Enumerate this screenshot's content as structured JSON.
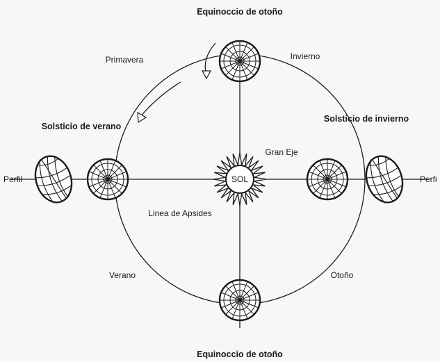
{
  "labels": {
    "top_equinox": "Equinoccio de otoño",
    "bottom_equinox": "Equinoccio de otoño",
    "summer_solstice": "Solsticio de verano",
    "winter_solstice": "Solsticio de invierno",
    "spring": "Primavera",
    "winter": "Invierno",
    "summer": "Verano",
    "autumn": "Otoño",
    "major_axis": "Gran Eje",
    "apsides_line": "Linea de Apsides",
    "sun": "SOL",
    "profile_left": "Perfil",
    "profile_right": "Perfi"
  },
  "colors": {
    "ink": "#1a1a1a",
    "paper": "#f7f7f5"
  }
}
